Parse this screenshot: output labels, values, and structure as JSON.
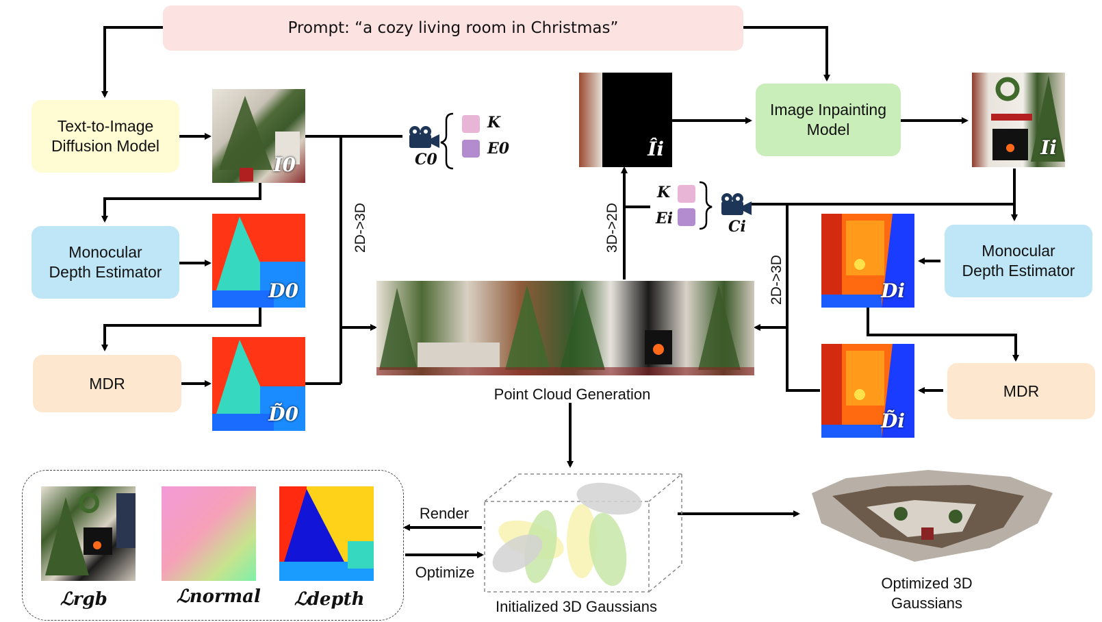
{
  "prompt": "Prompt: “a cozy living room in Christmas”",
  "modules": {
    "t2i": "Text-to-Image\nDiffusion Model",
    "mde_left": "Monocular\nDepth Estimator",
    "mdr_left": "MDR",
    "inpaint": "Image Inpainting\nModel",
    "mde_right": "Monocular\nDepth Estimator",
    "mdr_right": "MDR"
  },
  "image_labels": {
    "i0": "I0",
    "d0": "D0",
    "d0_tilde": "D̃0",
    "i_hat": "Îi",
    "ii": "Ii",
    "di": "Di",
    "di_tilde": "D̃i"
  },
  "camera": {
    "c0": "C0",
    "ci": "Ci",
    "k": "K",
    "e0": "E0",
    "ei": "Ei"
  },
  "arrows_text": {
    "2d3d_left": "2D->3D",
    "3d2d": "3D->2D",
    "2d3d_right": "2D->3D",
    "render": "Render",
    "optimize": "Optimize"
  },
  "captions": {
    "point_cloud": "Point Cloud Generation",
    "init_gauss": "Initialized 3D Gaussians",
    "opt_gauss": "Optimized 3D\nGaussians"
  },
  "losses": {
    "rgb": "ℒrgb",
    "normal": "ℒnormal",
    "depth": "ℒdepth"
  },
  "colors": {
    "k_chip": "#e9b5d6",
    "e_chip": "#b38bcf",
    "camera": "#1d3557"
  }
}
